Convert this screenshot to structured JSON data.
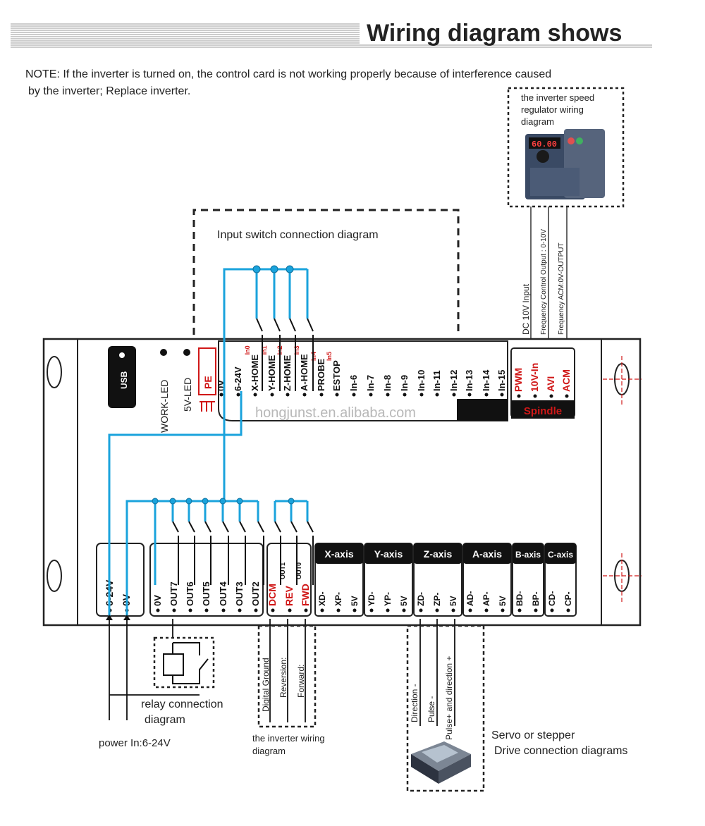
{
  "title": "Wiring diagram shows",
  "note_line1": "NOTE: If the inverter is turned on, the control card is not working properly because of interference caused",
  "note_line2": "by the inverter; Replace inverter.",
  "watermark": "hongjunst.en.alibaba.com",
  "input_box_title": "Input switch connection diagram",
  "inverter_speed": [
    "the inverter speed",
    "regulator wiring",
    "diagram"
  ],
  "inverter_screen": "60.00",
  "spindle_signals": [
    "DC 10V Input",
    "Frequency Control Output : 0-10V",
    "Frequency ACM:0V-OUTPUT"
  ],
  "usb_label": "USB",
  "work_led": "WORK-LED",
  "led_5v": "5V-LED",
  "pe_label": "PE",
  "top_terminals": [
    {
      "label": "0V",
      "sub": ""
    },
    {
      "label": "6-24V",
      "sub": ""
    },
    {
      "label": "X-HOME",
      "sub": "In0"
    },
    {
      "label": "Y-HOME",
      "sub": "In1"
    },
    {
      "label": "Z-HOME",
      "sub": "In2"
    },
    {
      "label": "A-HOME",
      "sub": "In3"
    },
    {
      "label": "PROBE",
      "sub": "In4"
    },
    {
      "label": "ESTOP",
      "sub": "In5"
    },
    {
      "label": "In-6",
      "sub": ""
    },
    {
      "label": "In-7",
      "sub": ""
    },
    {
      "label": "In-8",
      "sub": ""
    },
    {
      "label": "In-9",
      "sub": ""
    },
    {
      "label": "In-10",
      "sub": ""
    },
    {
      "label": "In-11",
      "sub": ""
    },
    {
      "label": "In-12",
      "sub": ""
    },
    {
      "label": "In-13",
      "sub": ""
    },
    {
      "label": "In-14",
      "sub": ""
    },
    {
      "label": "In-15",
      "sub": ""
    }
  ],
  "spindle_terminals": [
    "PWM",
    "10V-In",
    "AVI",
    "ACM"
  ],
  "spindle_title": "Spindle",
  "power_terminals": [
    "6-24V",
    "0V"
  ],
  "output_terminals": [
    "0V",
    "OUT7",
    "OUT6",
    "OUT5",
    "OUT4",
    "OUT3",
    "OUT2"
  ],
  "inverter_terminals": [
    {
      "label": "DCM",
      "sub": ""
    },
    {
      "label": "REV",
      "sub": "OUT1"
    },
    {
      "label": "FWD",
      "sub": "OUT0"
    }
  ],
  "axis_groups": [
    {
      "name": "X-axis",
      "pins": [
        "XD-",
        "XP-",
        "5V"
      ]
    },
    {
      "name": "Y-axis",
      "pins": [
        "YD-",
        "YP-",
        "5V"
      ]
    },
    {
      "name": "Z-axis",
      "pins": [
        "ZD-",
        "ZP-",
        "5V"
      ]
    },
    {
      "name": "A-axis",
      "pins": [
        "AD-",
        "AP-",
        "5V"
      ]
    },
    {
      "name": "B-axis",
      "pins": [
        "BD-",
        "BP-"
      ]
    },
    {
      "name": "C-axis",
      "pins": [
        "CD-",
        "CP-"
      ]
    }
  ],
  "inverter_wiring_signals": [
    "Digital Ground",
    "Reversion:",
    "Forward:"
  ],
  "drive_signals": [
    "Direction -",
    "Pulse -",
    "Pulse+ and direction +"
  ],
  "relay_caption": [
    "relay connection",
    "diagram"
  ],
  "power_caption": "power In:6-24V",
  "inverter_wiring_caption": [
    "the inverter wiring",
    "diagram"
  ],
  "servo_caption": [
    "Servo or stepper",
    "Drive connection diagrams"
  ]
}
